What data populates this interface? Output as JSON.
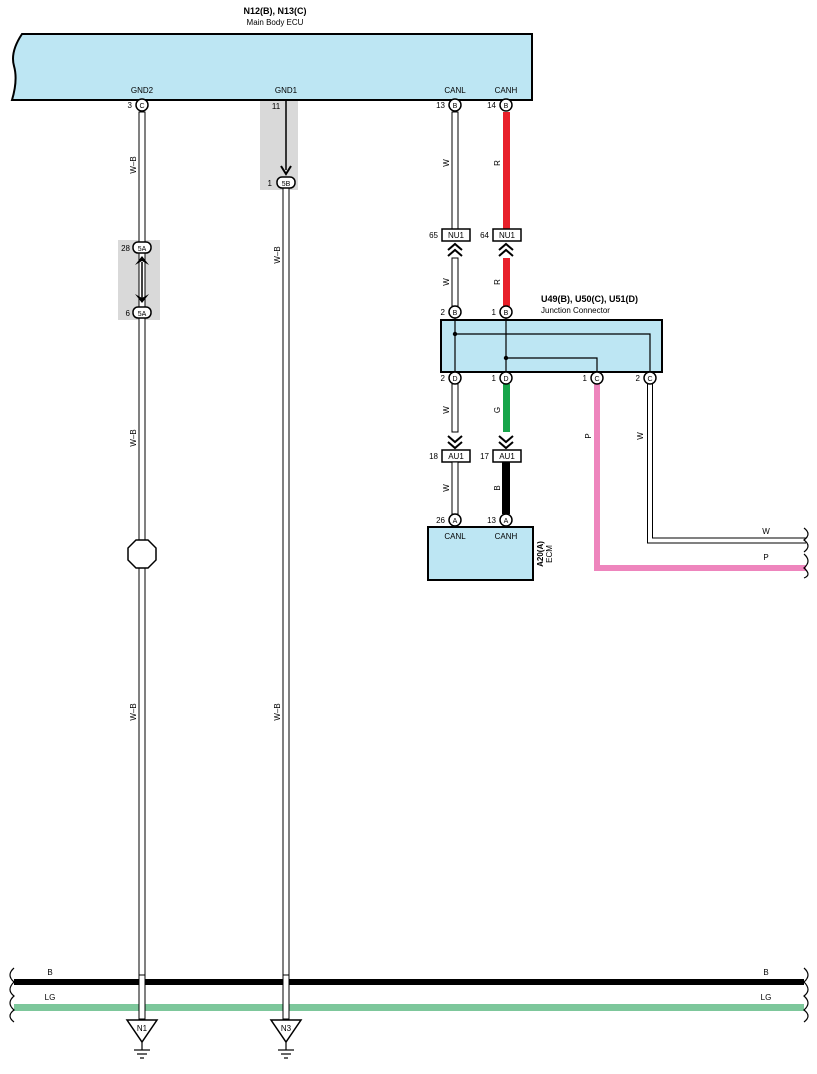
{
  "colors": {
    "ecu_fill": "#bde6f3",
    "wire_R": "#e8202a",
    "wire_G": "#17a54a",
    "wire_B": "#000000",
    "wire_P": "#ee85bd",
    "wire_LG": "#7dc79b",
    "wire_W": "#ffffff",
    "shade": "#d9d9d9"
  },
  "main_ecu": {
    "ids": "N12(B), N13(C)",
    "name": "Main Body ECU",
    "terminals": [
      {
        "name": "GND2",
        "pin": "3",
        "conn": "C"
      },
      {
        "name": "GND1",
        "pin": "11",
        "conn": ""
      },
      {
        "name": "CANL",
        "pin": "13",
        "conn": "B"
      },
      {
        "name": "CANH",
        "pin": "14",
        "conn": "B"
      }
    ]
  },
  "inline_connectors": {
    "gnd1_5b": {
      "pin": "1",
      "label": "5B"
    },
    "gnd2_5a_top": {
      "pin": "28",
      "label": "5A"
    },
    "gnd2_5a_bottom": {
      "pin": "6",
      "label": "5A"
    },
    "nu1_l": {
      "pin": "65",
      "label": "NU1"
    },
    "nu1_h": {
      "pin": "64",
      "label": "NU1"
    },
    "au1_l": {
      "pin": "18",
      "label": "AU1"
    },
    "au1_h": {
      "pin": "17",
      "label": "AU1"
    }
  },
  "junction": {
    "ids": "U49(B), U50(C), U51(D)",
    "name": "Junction Connector",
    "top_pins": [
      {
        "pin": "2",
        "conn": "B"
      },
      {
        "pin": "1",
        "conn": "B"
      }
    ],
    "bottom_pins": [
      {
        "pin": "2",
        "conn": "D"
      },
      {
        "pin": "1",
        "conn": "D"
      },
      {
        "pin": "1",
        "conn": "C"
      },
      {
        "pin": "2",
        "conn": "C"
      }
    ]
  },
  "ecm": {
    "id": "A20(A)",
    "name": "ECM",
    "terminals": [
      {
        "name": "CANL",
        "pin": "26",
        "conn": "A"
      },
      {
        "name": "CANH",
        "pin": "13",
        "conn": "A"
      }
    ]
  },
  "wire_labels": {
    "gnd2_upper": "W–B",
    "gnd2_mid": "W–B",
    "gnd2_lower": "W–B",
    "gnd1_upper": "W–B",
    "gnd1_lower": "W–B",
    "canl_upper": "W",
    "canl_mid": "W",
    "canl_lower": "W",
    "canl_ecm": "W",
    "canh_upper": "R",
    "canh_mid": "R",
    "canh_lower": "G",
    "canh_ecm": "B",
    "p_vertical": "P",
    "w_vertical": "W",
    "w_horizontal": "W",
    "p_horizontal": "P"
  },
  "buses": [
    {
      "label_left": "B",
      "label_right": "B",
      "color": "#000000"
    },
    {
      "label_left": "LG",
      "label_right": "LG",
      "color": "#7dc79b"
    }
  ],
  "grounds": [
    {
      "label": "N1"
    },
    {
      "label": "N3"
    }
  ]
}
